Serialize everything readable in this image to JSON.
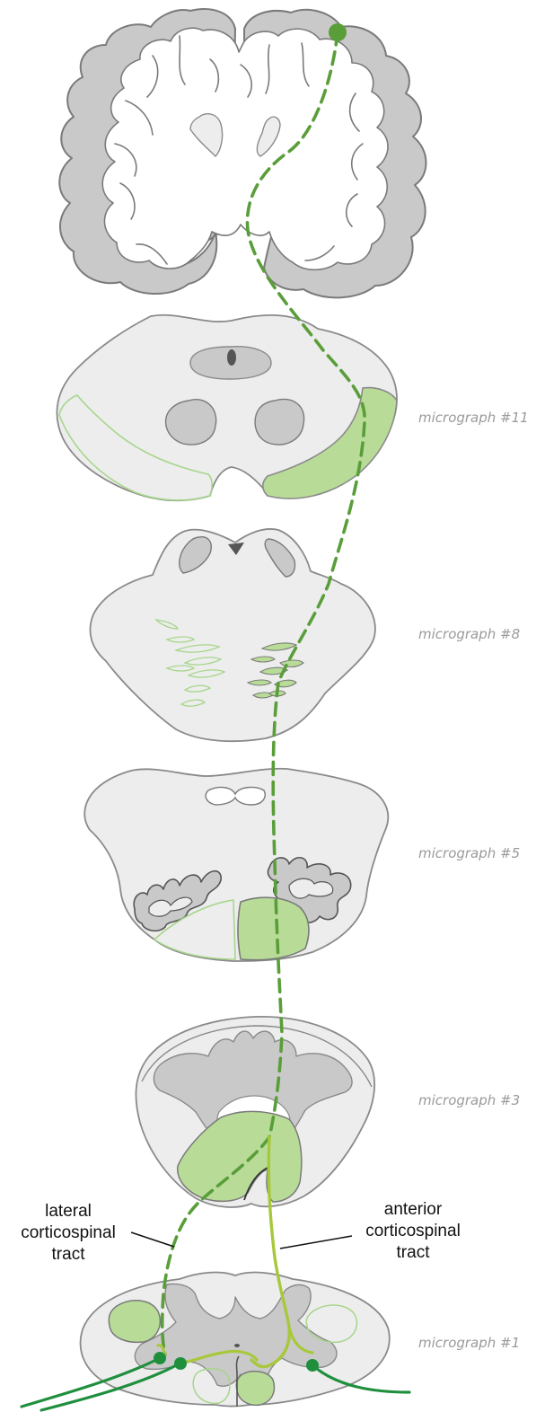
{
  "micrographs": [
    {
      "label": "micrograph #11"
    },
    {
      "label": "micrograph #8"
    },
    {
      "label": "micrograph #5"
    },
    {
      "label": "micrograph #3"
    },
    {
      "label": "micrograph #1"
    }
  ],
  "tracts": {
    "lateral": {
      "lines": [
        "lateral",
        "corticospinal",
        "tract"
      ]
    },
    "anterior": {
      "lines": [
        "anterior",
        "corticospinal",
        "tract"
      ]
    }
  },
  "colors": {
    "tract_dark": "#5a9e3a",
    "tract_fill": "#b8dc98",
    "tract_outline": "#a6d68a",
    "anterior_tract": "#a8c83c",
    "axon": "#1f8f3e",
    "tissue_light": "#ededed",
    "tissue_gray": "#c9c9c9",
    "tissue_outline": "#8a8a8a"
  }
}
